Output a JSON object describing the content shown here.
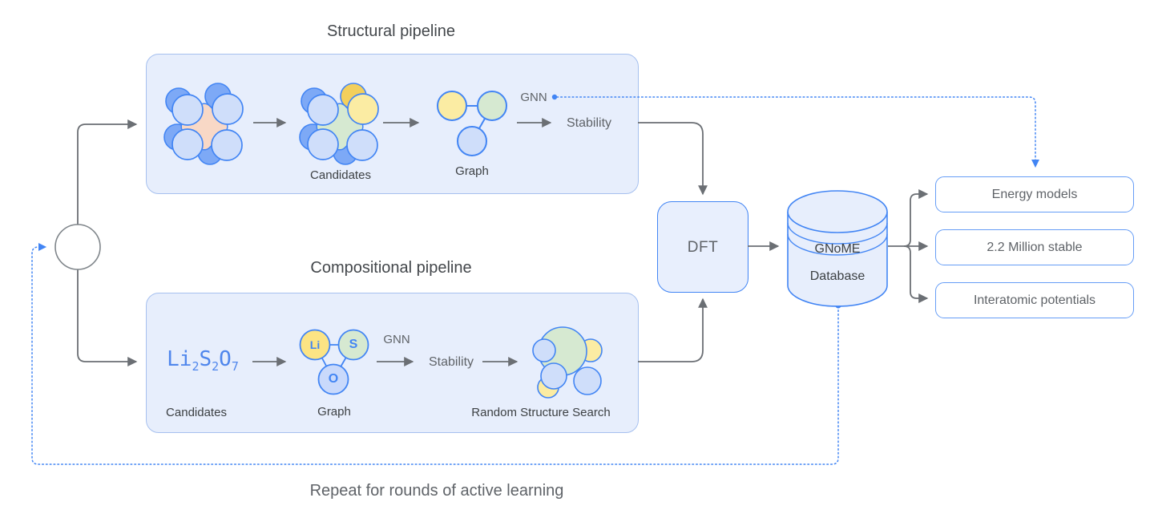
{
  "titles": {
    "structural": "Structural pipeline",
    "compositional": "Compositional pipeline",
    "repeat": "Repeat for rounds of active learning"
  },
  "structural": {
    "candidates": "Candidates",
    "graph": "Graph",
    "gnn": "GNN",
    "stability": "Stability"
  },
  "compositional": {
    "formula": {
      "li": "Li",
      "li_sub": "2",
      "s": "S",
      "s_sub": "2",
      "o": "O",
      "o_sub": "7"
    },
    "candidates": "Candidates",
    "graph": "Graph",
    "gnn": "GNN",
    "stability": "Stability",
    "random_structure_search": "Random Structure Search",
    "nodes": {
      "li": "Li",
      "s": "S",
      "o": "O"
    }
  },
  "dft": {
    "label": "DFT"
  },
  "database": {
    "line1": "GNoME",
    "line2": "Database"
  },
  "outputs": [
    {
      "label": "Energy models"
    },
    {
      "label": "2.2 Million stable"
    },
    {
      "label": "Interatomic potentials"
    }
  ],
  "colors": {
    "accent_blue": "#4285f4",
    "soft_box_fill": "#e7eefc",
    "soft_box_border": "#a6c0ef",
    "line_gray": "#6b6f74",
    "text_dark": "#3c4043",
    "text_gray": "#5f6368",
    "light_blue_atom": "#cfdefa",
    "medium_blue_atom": "#7da9f6",
    "pale_yellow_atom": "#fbeca3",
    "gold_atom": "#f3cf5c",
    "green_atom": "#d6e9d1",
    "salmon_center": "#f8d8c6",
    "o_node_blue": "#c9d9fb",
    "li_node_yellow": "#fce484"
  }
}
